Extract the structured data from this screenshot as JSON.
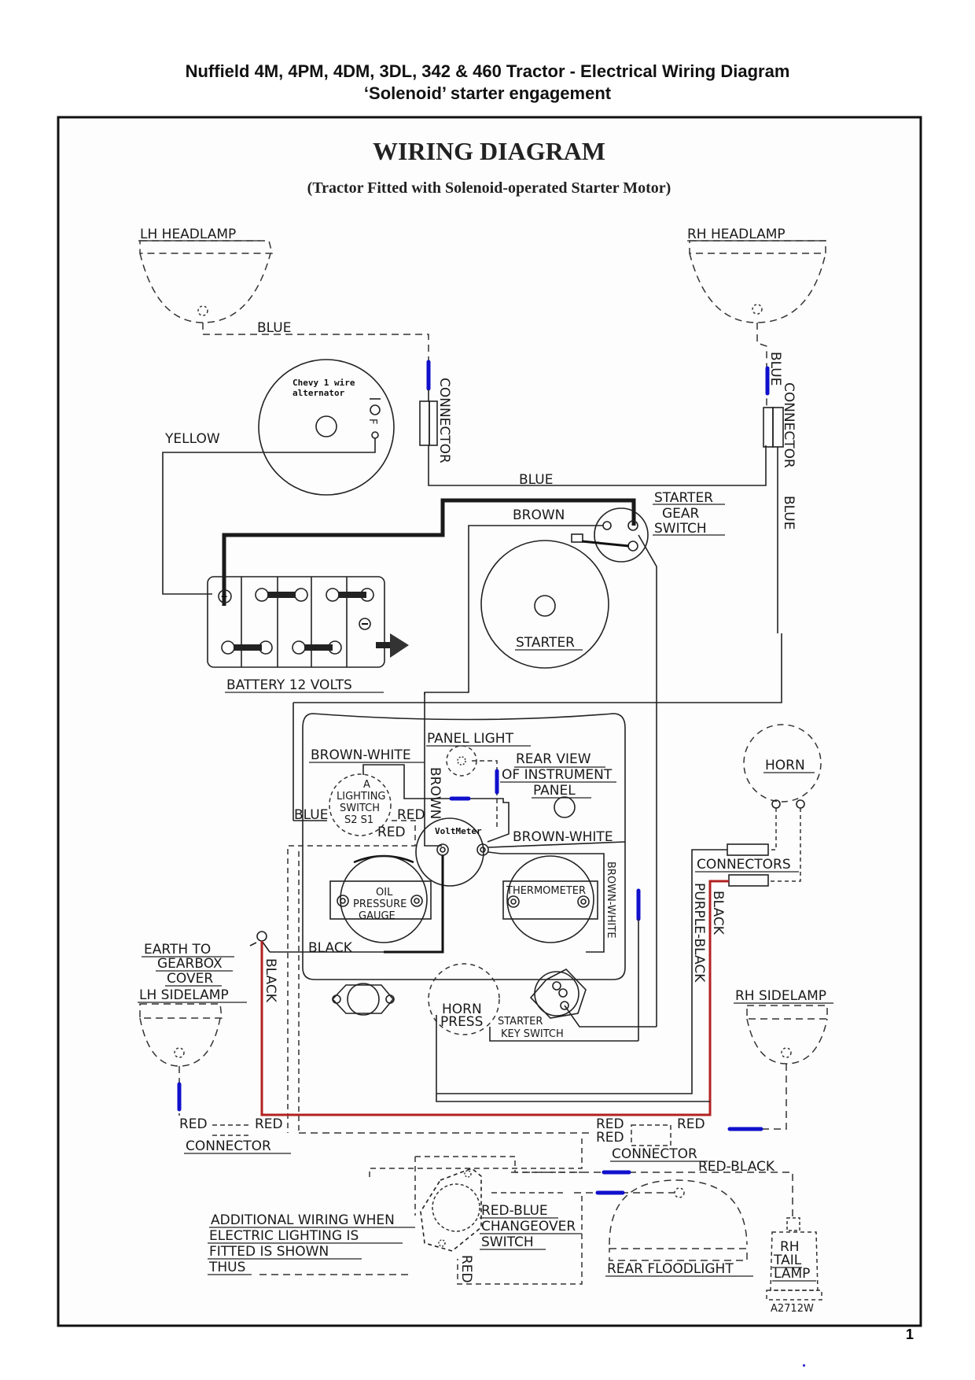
{
  "page": {
    "title_line1": "Nuffield 4M, 4PM, 4DM, 3DL, 342 & 460 Tractor - Electrical Wiring Diagram",
    "title_line2": "‘Solenoid’ starter engagement",
    "page_number": "1"
  },
  "diagram": {
    "heading": "WIRING DIAGRAM",
    "subheading": "(Tractor Fitted with Solenoid-operated Starter Motor)",
    "drawing_ref": "A2712W",
    "components": {
      "lh_headlamp": "LH HEADLAMP",
      "rh_headlamp": "RH HEADLAMP",
      "alternator_note_1": "Chevy 1 wire",
      "alternator_note_2": "alternator",
      "alternator_terminal_d": "D",
      "alternator_terminal_f": "F",
      "connector_left": "CONNECTOR",
      "connector_right": "CONNECTOR",
      "starter_gear_switch_1": "STARTER",
      "starter_gear_switch_2": "GEAR",
      "starter_gear_switch_3": "SWITCH",
      "starter": "STARTER",
      "battery": "BATTERY 12 VOLTS",
      "panel_light": "PANEL LIGHT",
      "rear_view_1": "REAR VIEW",
      "rear_view_2": "OF INSTRUMENT",
      "rear_view_3": "PANEL",
      "lighting_switch_a": "A",
      "lighting_switch_1": "LIGHTING",
      "lighting_switch_2": "SWITCH",
      "lighting_switch_s": "S2  S1",
      "voltmeter": "VoltMeter",
      "oil_gauge_1": "OIL",
      "oil_gauge_2": "PRESSURE",
      "oil_gauge_3": "GAUGE",
      "thermometer": "THERMOMETER",
      "horn": "HORN",
      "connectors": "CONNECTORS",
      "earth_1": "EARTH   TO",
      "earth_2": "GEARBOX",
      "earth_3": "COVER",
      "lh_sidelamp": "LH SIDELAMP",
      "rh_sidelamp": "RH SIDELAMP",
      "horn_press_1": "HORN",
      "horn_press_2": "PRESS",
      "starter_key_1": "STARTER",
      "starter_key_2": "KEY SWITCH",
      "connector_bottom_left": "CONNECTOR",
      "connector_bottom_mid": "CONNECTOR",
      "changeover_1": "RED-BLUE",
      "changeover_2": "CHANGEOVER",
      "changeover_3": "SWITCH",
      "rear_floodlight": "REAR  FLOODLIGHT",
      "tail_1": "RH",
      "tail_2": "TAIL",
      "tail_3": "LAMP"
    },
    "wires": {
      "blue_top": "BLUE",
      "blue_alt": "BLUE",
      "blue_rh_vert": "BLUE",
      "blue_rh_vert2": "BLUE",
      "yellow": "YELLOW",
      "brown_top": "BROWN",
      "brown_white_1": "BROWN-WHITE",
      "brown_vert": "BROWN",
      "blue_ls": "BLUE",
      "red_ls": "RED",
      "red_ls2": "RED",
      "brown_white_2": "BROWN-WHITE",
      "brown_white_vert": "BROWN-WHITE",
      "black_panel": "BLACK",
      "black_vert": "BLACK",
      "purple_black": "PURPLE-BLACK",
      "black_right": "BLACK",
      "red_a": "RED",
      "red_b": "RED",
      "red_c": "RED",
      "red_d": "RED",
      "red_e": "RED",
      "red_black": "RED-BLACK",
      "red_vert": "RED"
    },
    "legend": {
      "line1": "ADDITIONAL WIRING WHEN",
      "line2": "ELECTRIC  LIGHTING  IS",
      "line3": "FITTED IS SHOWN",
      "line4": "THUS"
    },
    "colors": {
      "blue_marker": "#1010cc",
      "red_wire": "#b22222",
      "frame": "#111111"
    }
  }
}
